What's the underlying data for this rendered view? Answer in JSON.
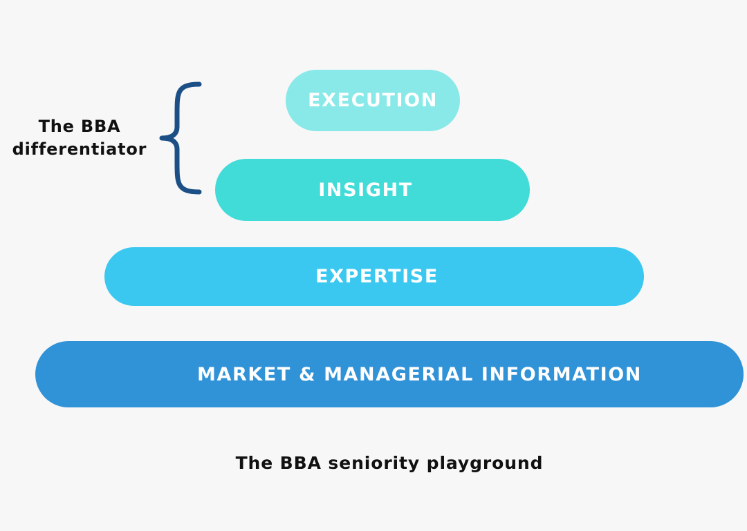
{
  "tiers": [
    {
      "label": "EXECUTION",
      "color": "#88e9e8"
    },
    {
      "label": "INSIGHT",
      "color": "#41dbd8"
    },
    {
      "label": "EXPERTISE",
      "color": "#3ac8f0"
    },
    {
      "label": "MARKET & MANAGERIAL INFORMATION",
      "color": "#3092d7"
    }
  ],
  "differentiator": {
    "line1": "The BBA",
    "line2": "differentiator",
    "brace_color": "#1b4f85"
  },
  "caption": "The BBA seniority playground"
}
